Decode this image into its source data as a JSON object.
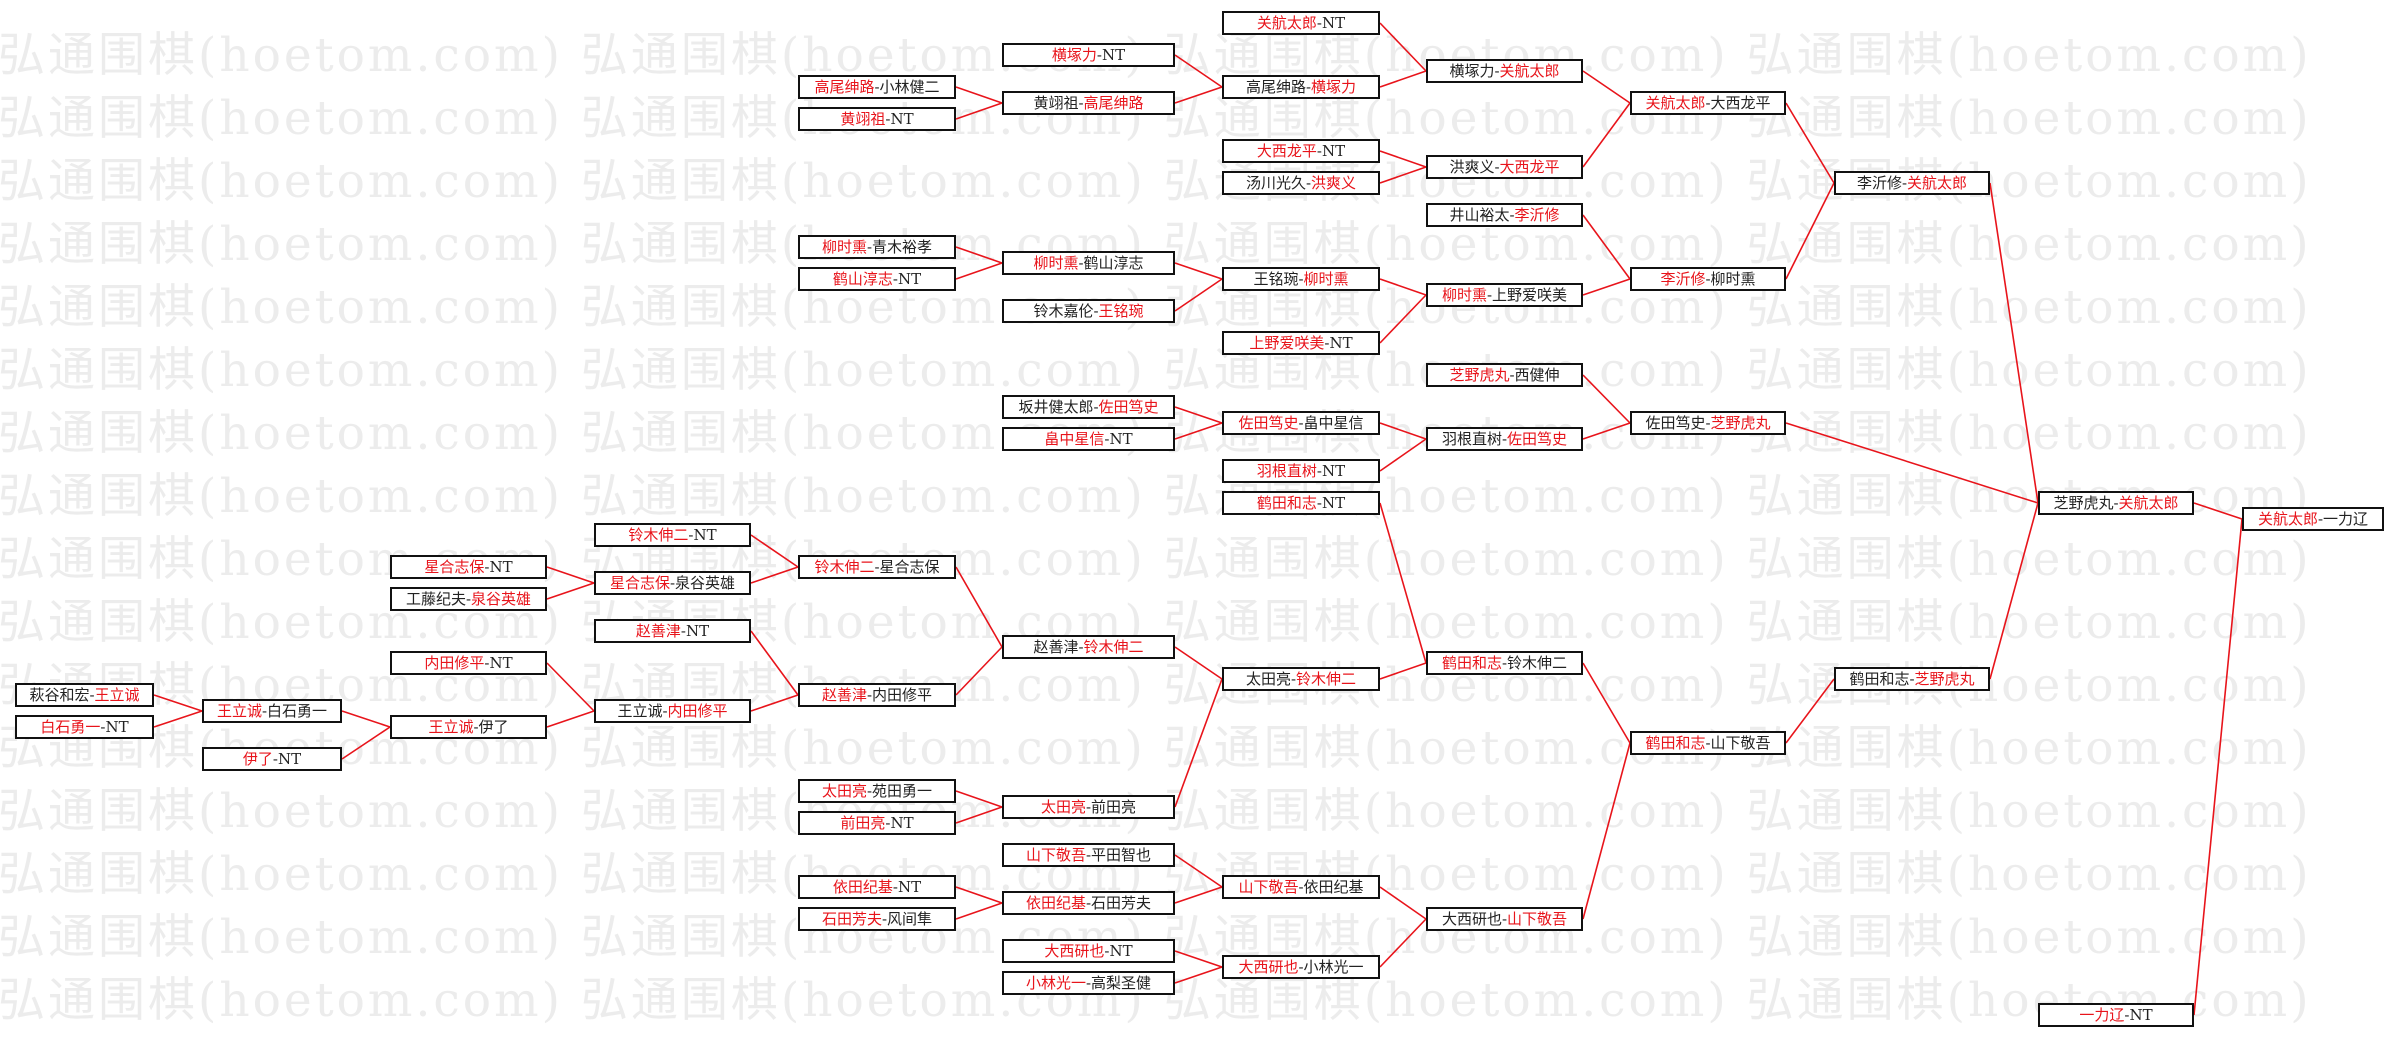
{
  "watermark": "弘通围棋(hoetom.com) 弘通围棋(hoetom.com) 弘通围棋(hoetom.com) 弘通围棋(hoetom.com)",
  "colors": {
    "winner": "#e8141b",
    "text": "#222222",
    "line": "#e8141b",
    "border": "#111111",
    "watermark": "#ececec"
  },
  "matches": [
    {
      "id": "m0",
      "a": "关航太郎",
      "b": "NT",
      "w": "a"
    },
    {
      "id": "m1",
      "a": "横塚力",
      "b": "NT",
      "w": "a"
    },
    {
      "id": "m2",
      "a": "高尾绅路",
      "b": "小林健二",
      "w": "a"
    },
    {
      "id": "m3",
      "a": "黄翊祖",
      "b": "NT",
      "w": "a"
    },
    {
      "id": "m4",
      "a": "黄翊祖",
      "b": "高尾绅路",
      "w": "b"
    },
    {
      "id": "m5",
      "a": "高尾绅路",
      "b": "横塚力",
      "w": "b"
    },
    {
      "id": "m6",
      "a": "横塚力",
      "b": "关航太郎",
      "w": "b"
    },
    {
      "id": "m7",
      "a": "关航太郎",
      "b": "大西龙平",
      "w": "a"
    },
    {
      "id": "m8",
      "a": "大西龙平",
      "b": "NT",
      "w": "a"
    },
    {
      "id": "m9",
      "a": "汤川光久",
      "b": "洪爽义",
      "w": "b"
    },
    {
      "id": "m10",
      "a": "洪爽义",
      "b": "大西龙平",
      "w": "b"
    },
    {
      "id": "m11",
      "a": "李沂修",
      "b": "关航太郎",
      "w": "b"
    },
    {
      "id": "m12",
      "a": "井山裕太",
      "b": "李沂修",
      "w": "b"
    },
    {
      "id": "m13",
      "a": "李沂修",
      "b": "柳时熏",
      "w": "a"
    },
    {
      "id": "m14",
      "a": "柳时熏",
      "b": "青木裕孝",
      "w": "a"
    },
    {
      "id": "m15",
      "a": "鹤山淳志",
      "b": "NT",
      "w": "a"
    },
    {
      "id": "m16",
      "a": "柳时熏",
      "b": "鹤山淳志",
      "w": "a"
    },
    {
      "id": "m17",
      "a": "王铭琬",
      "b": "柳时熏",
      "w": "b"
    },
    {
      "id": "m18",
      "a": "铃木嘉伦",
      "b": "王铭琬",
      "w": "b"
    },
    {
      "id": "m19",
      "a": "柳时熏",
      "b": "上野爱咲美",
      "w": "a"
    },
    {
      "id": "m20",
      "a": "上野爱咲美",
      "b": "NT",
      "w": "a"
    },
    {
      "id": "m21",
      "a": "芝野虎丸",
      "b": "西健伸",
      "w": "a"
    },
    {
      "id": "m22",
      "a": "坂井健太郎",
      "b": "佐田笃史",
      "w": "b"
    },
    {
      "id": "m23",
      "a": "佐田笃史",
      "b": "畠中星信",
      "w": "a"
    },
    {
      "id": "m24",
      "a": "佐田笃史",
      "b": "芝野虎丸",
      "w": "b"
    },
    {
      "id": "m25",
      "a": "畠中星信",
      "b": "NT",
      "w": "a"
    },
    {
      "id": "m26",
      "a": "羽根直树",
      "b": "佐田笃史",
      "w": "b"
    },
    {
      "id": "m27",
      "a": "羽根直树",
      "b": "NT",
      "w": "a"
    },
    {
      "id": "m28",
      "a": "鹤田和志",
      "b": "NT",
      "w": "a"
    },
    {
      "id": "m29",
      "a": "芝野虎丸",
      "b": "关航太郎",
      "w": "b"
    },
    {
      "id": "m30",
      "a": "关航太郎",
      "b": "一力辽",
      "w": "a"
    },
    {
      "id": "m31",
      "a": "铃木伸二",
      "b": "NT",
      "w": "a"
    },
    {
      "id": "m32",
      "a": "星合志保",
      "b": "NT",
      "w": "a"
    },
    {
      "id": "m33",
      "a": "星合志保",
      "b": "泉谷英雄",
      "w": "a"
    },
    {
      "id": "m34",
      "a": "铃木伸二",
      "b": "星合志保",
      "w": "a"
    },
    {
      "id": "m35",
      "a": "工藤纪夫",
      "b": "泉谷英雄",
      "w": "b"
    },
    {
      "id": "m36",
      "a": "赵善津",
      "b": "NT",
      "w": "a"
    },
    {
      "id": "m37",
      "a": "赵善津",
      "b": "铃木伸二",
      "w": "b"
    },
    {
      "id": "m38",
      "a": "内田修平",
      "b": "NT",
      "w": "a"
    },
    {
      "id": "m39",
      "a": "王立诚",
      "b": "内田修平",
      "w": "b"
    },
    {
      "id": "m40",
      "a": "赵善津",
      "b": "内田修平",
      "w": "a"
    },
    {
      "id": "m41",
      "a": "太田亮",
      "b": "铃木伸二",
      "w": "b"
    },
    {
      "id": "m42",
      "a": "鹤田和志",
      "b": "铃木伸二",
      "w": "a"
    },
    {
      "id": "m43",
      "a": "鹤田和志",
      "b": "芝野虎丸",
      "w": "b"
    },
    {
      "id": "m44",
      "a": "萩谷和宏",
      "b": "王立诚",
      "w": "b"
    },
    {
      "id": "m45",
      "a": "王立诚",
      "b": "白石勇一",
      "w": "a"
    },
    {
      "id": "m46",
      "a": "王立诚",
      "b": "伊了",
      "w": "a"
    },
    {
      "id": "m47",
      "a": "白石勇一",
      "b": "NT",
      "w": "a"
    },
    {
      "id": "m48",
      "a": "伊了",
      "b": "NT",
      "w": "a"
    },
    {
      "id": "m49",
      "a": "鹤田和志",
      "b": "山下敬吾",
      "w": "a"
    },
    {
      "id": "m50",
      "a": "太田亮",
      "b": "苑田勇一",
      "w": "a"
    },
    {
      "id": "m51",
      "a": "太田亮",
      "b": "前田亮",
      "w": "a"
    },
    {
      "id": "m52",
      "a": "前田亮",
      "b": "NT",
      "w": "a"
    },
    {
      "id": "m53",
      "a": "山下敬吾",
      "b": "平田智也",
      "w": "a"
    },
    {
      "id": "m54",
      "a": "依田纪基",
      "b": "NT",
      "w": "a"
    },
    {
      "id": "m55",
      "a": "山下敬吾",
      "b": "依田纪基",
      "w": "a"
    },
    {
      "id": "m56",
      "a": "依田纪基",
      "b": "石田芳夫",
      "w": "a"
    },
    {
      "id": "m57",
      "a": "石田芳夫",
      "b": "风间隼",
      "w": "a"
    },
    {
      "id": "m58",
      "a": "大西研也",
      "b": "山下敬吾",
      "w": "b"
    },
    {
      "id": "m59",
      "a": "大西研也",
      "b": "NT",
      "w": "a"
    },
    {
      "id": "m60",
      "a": "大西研也",
      "b": "小林光一",
      "w": "a"
    },
    {
      "id": "m61",
      "a": "小林光一",
      "b": "高梨圣健",
      "w": "a"
    },
    {
      "id": "m62",
      "a": "一力辽",
      "b": "NT",
      "w": "a"
    }
  ]
}
